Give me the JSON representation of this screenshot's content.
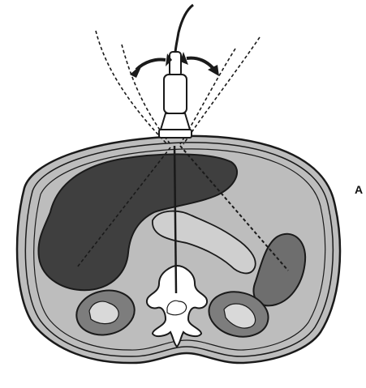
{
  "figure": {
    "panel_label": "A"
  },
  "colors": {
    "outline": "#1a1a1a",
    "body_fill": "#bdbdbd",
    "liver_fill": "#3f3f3f",
    "spleen_fill": "#6e6e6e",
    "kidney_fill": "#7d7d7d",
    "kidney_pelvis_fill": "#d9d9d9",
    "pancreas_fill": "#cfcfcf",
    "vertebra_fill": "#ffffff",
    "transducer_fill": "#ffffff"
  },
  "elements": {
    "transducer": "ultrasound-transducer",
    "cable": "transducer-cable",
    "arrows": "tilt-direction-arrows"
  }
}
